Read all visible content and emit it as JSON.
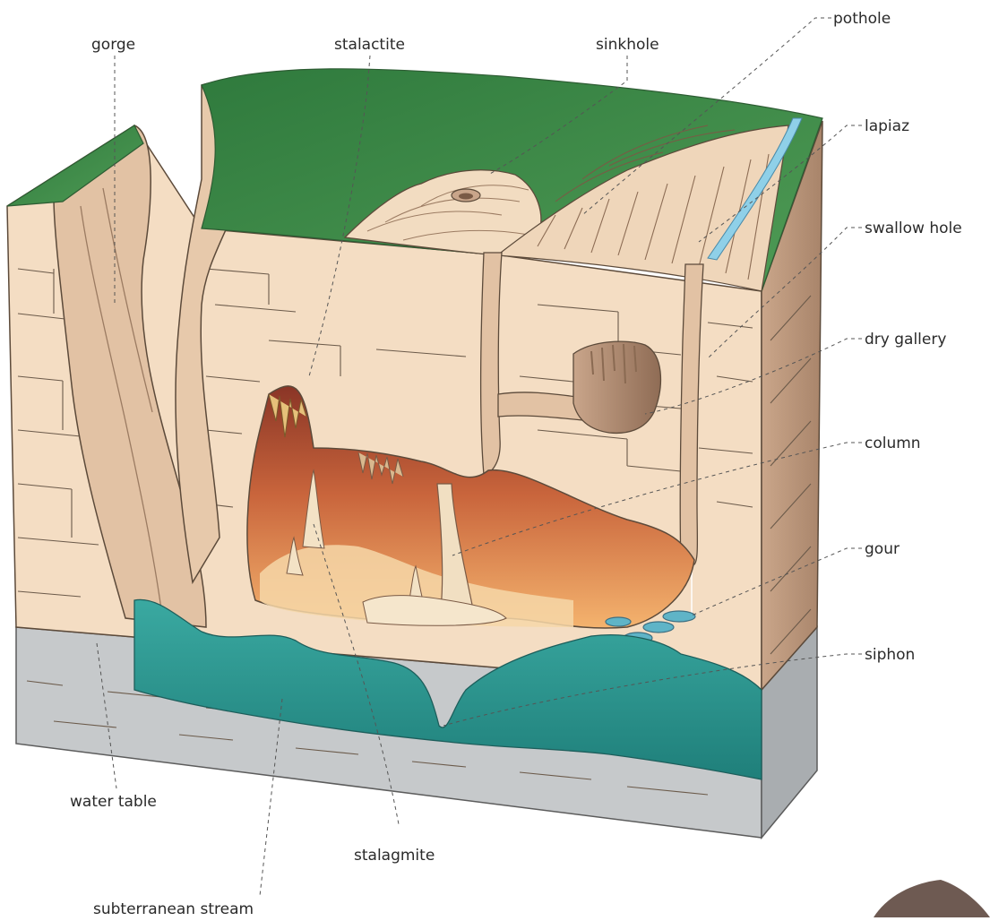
{
  "labels": {
    "gorge": "gorge",
    "stalactite": "stalactite",
    "sinkhole": "sinkhole",
    "pothole": "pothole",
    "lapiaz": "lapiaz",
    "swallow_hole": "swallow hole",
    "dry_gallery": "dry gallery",
    "column": "column",
    "gour": "gour",
    "siphon": "siphon",
    "water_table": "water table",
    "stalagmite": "stalagmite",
    "subterranean_stream": "subterranean stream"
  },
  "colors": {
    "grass": "#3f8a4a",
    "limestone": "#f3dcc0",
    "limestone_shadow": "#d9b89a",
    "cave_dark": "#7a3224",
    "cave_warm": "#e59a55",
    "water": "#2f9b95",
    "bedrock": "#c3c6c8"
  }
}
